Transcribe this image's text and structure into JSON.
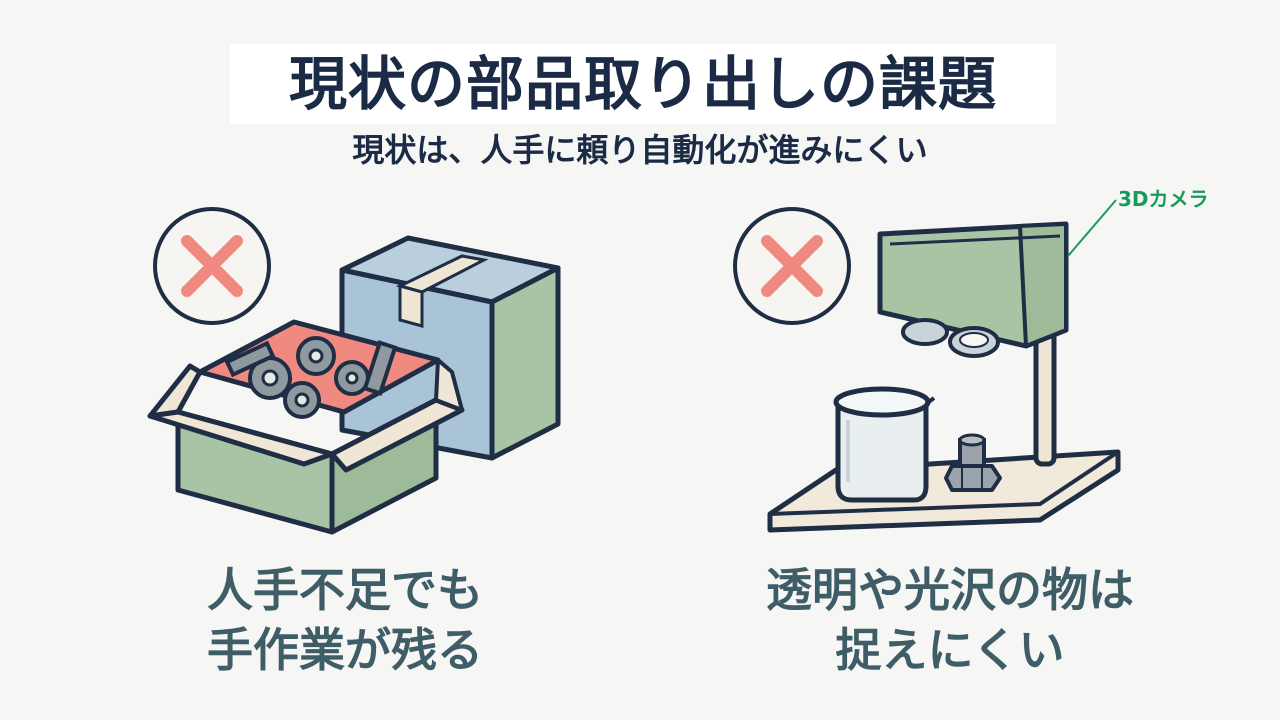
{
  "title": "現状の部品取り出しの課題",
  "subtitle": "現状は、人手に頼り自動化が進みにくい",
  "left_panel": {
    "status_icon": "cross-mark-icon",
    "illustration": "cardboard-boxes-with-mixed-parts",
    "caption_line1": "人手不足でも",
    "caption_line2": "手作業が残る"
  },
  "right_panel": {
    "status_icon": "cross-mark-icon",
    "illustration": "3d-camera-over-beaker-and-bolt",
    "callout_label": "3Dカメラ",
    "caption_line1": "透明や光沢の物は",
    "caption_line2": "捉えにくい"
  },
  "colors": {
    "title": "#1c2b45",
    "caption": "#3f5d67",
    "callout": "#1a9a5a",
    "cross": "#f08a80",
    "box_green": "#a8c4a4",
    "box_blue": "#a9c4d6",
    "outline": "#1f2d45"
  }
}
